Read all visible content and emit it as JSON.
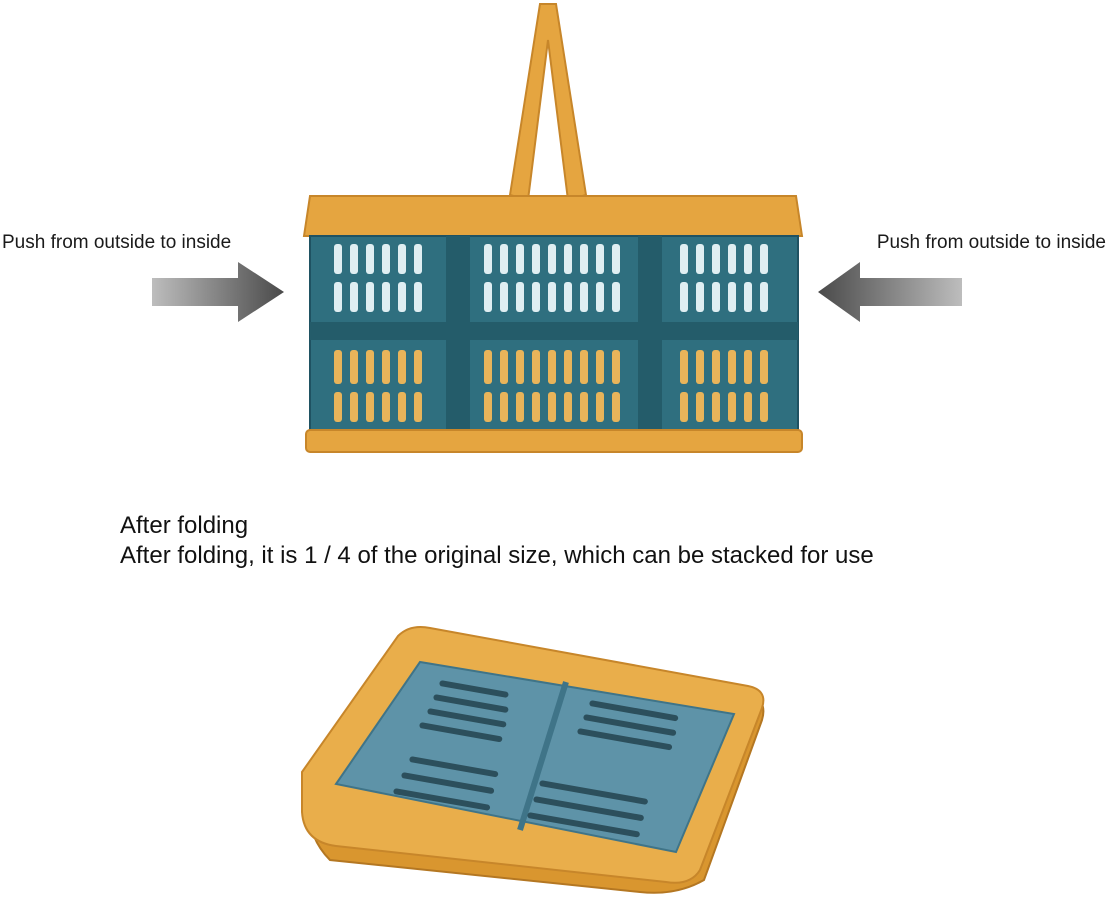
{
  "labels": {
    "left_push": "Push from outside to inside",
    "right_push": "Push from outside to inside"
  },
  "caption": {
    "title": "After folding",
    "body": "After folding, it is 1 / 4 of the original size, which can be stacked for use"
  },
  "colors": {
    "frame_orange": "#e5a540",
    "frame_orange_dark": "#c7862a",
    "body_teal": "#2f6f7f",
    "body_teal_dark": "#1f5262",
    "inner_blue": "#5e93a8",
    "arrow_gray": "#666666"
  },
  "icons": {
    "left_arrow": "arrow-right-icon",
    "right_arrow": "arrow-left-icon"
  }
}
